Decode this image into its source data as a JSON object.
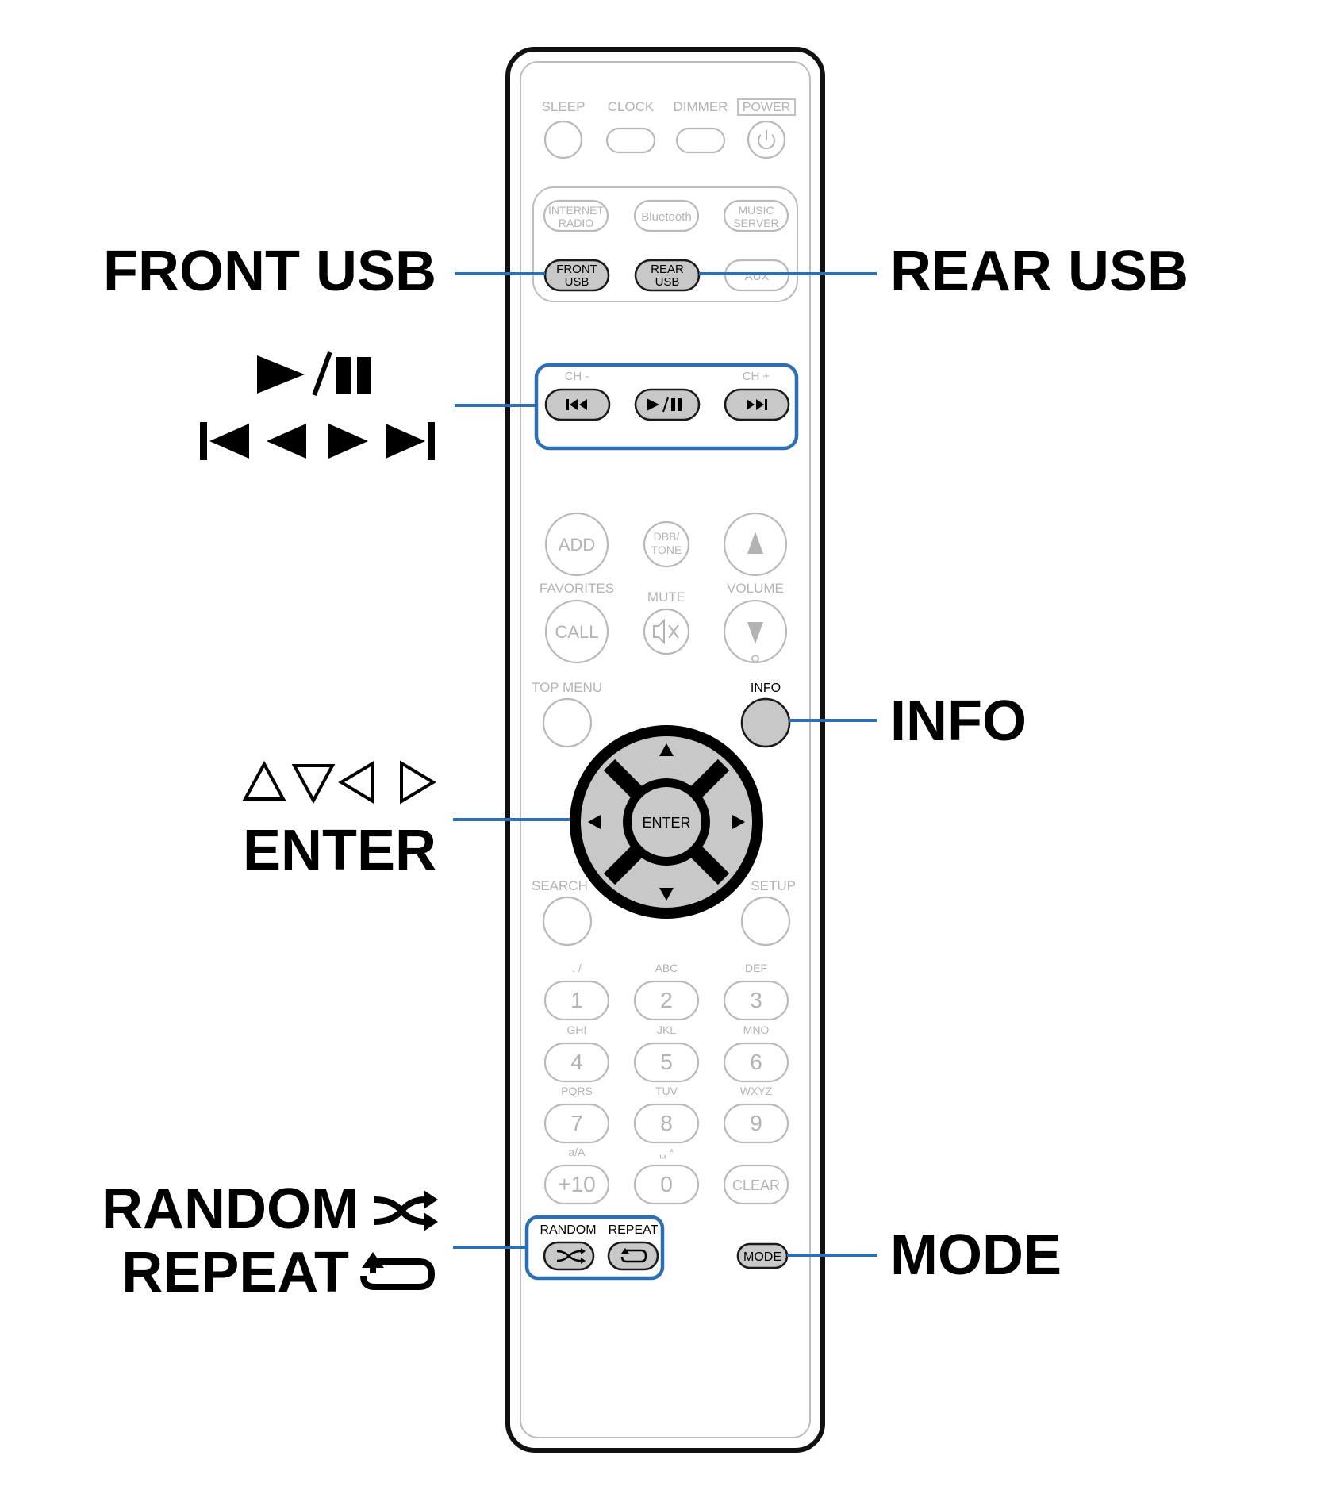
{
  "remote": {
    "top_row": {
      "sleep": "SLEEP",
      "clock": "CLOCK",
      "dimmer": "DIMMER",
      "power": "POWER"
    },
    "source": {
      "internet_radio": [
        "INTERNET",
        "RADIO"
      ],
      "bluetooth": "Bluetooth",
      "music_server": [
        "MUSIC",
        "SERVER"
      ],
      "front_usb": [
        "FRONT",
        "USB"
      ],
      "rear_usb": [
        "REAR",
        "USB"
      ],
      "aux": "AUX"
    },
    "transport": {
      "ch_minus": "CH -",
      "ch_plus": "CH +"
    },
    "mid": {
      "add": "ADD",
      "dbb_tone": [
        "DBB/",
        "TONE"
      ],
      "favorites": "FAVORITES",
      "mute": "MUTE",
      "volume": "VOLUME",
      "call": "CALL",
      "top_menu": "TOP MENU",
      "info": "INFO",
      "enter": "ENTER",
      "search": "SEARCH",
      "setup": "SETUP"
    },
    "keypad": [
      {
        "digit": "1",
        "letters": ". /"
      },
      {
        "digit": "2",
        "letters": "ABC"
      },
      {
        "digit": "3",
        "letters": "DEF"
      },
      {
        "digit": "4",
        "letters": "GHI"
      },
      {
        "digit": "5",
        "letters": "JKL"
      },
      {
        "digit": "6",
        "letters": "MNO"
      },
      {
        "digit": "7",
        "letters": "PQRS"
      },
      {
        "digit": "8",
        "letters": "TUV"
      },
      {
        "digit": "9",
        "letters": "WXYZ"
      }
    ],
    "bottom": {
      "plus10": "+10",
      "plus10_caption": "a/A",
      "zero": "0",
      "zero_caption": "␣ *",
      "clear": "CLEAR",
      "random": "RANDOM",
      "repeat": "REPEAT",
      "mode": "MODE"
    }
  },
  "callouts": {
    "front_usb": "FRONT USB",
    "rear_usb": "REAR USB",
    "play_pause": "►/❚❚",
    "skip": "⏮ ⏭",
    "info": "INFO",
    "cursor": "△▽◁ ▷",
    "enter": "ENTER",
    "random": "RANDOM",
    "repeat": "REPEAT",
    "mode": "MODE"
  },
  "colors": {
    "accent": "#2e6fb3",
    "faint": "#b3b3b3",
    "active_fill": "#c8c8c8",
    "outline": "#111111"
  }
}
